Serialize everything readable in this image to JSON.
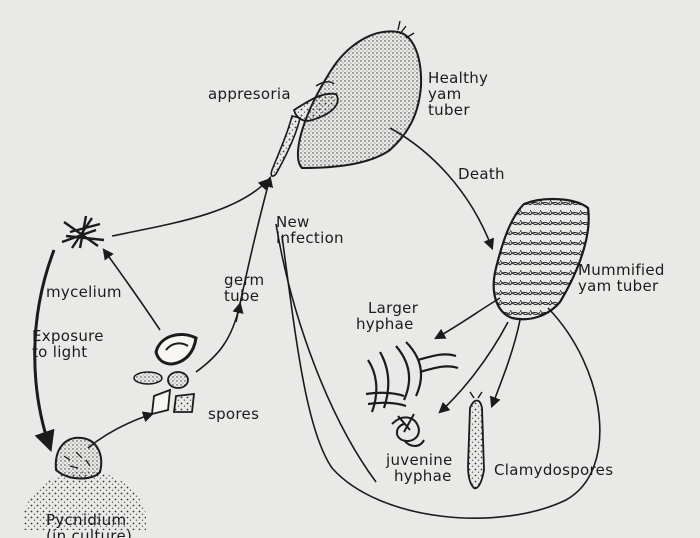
{
  "labels": {
    "appresoria": "appresoria",
    "healthy_yam_tuber": [
      "Healthy",
      "yam",
      "tuber"
    ],
    "death": "Death",
    "new_infection": [
      "New",
      "infection"
    ],
    "mycelium": "mycelium",
    "germ_tube": [
      "germ",
      "tube"
    ],
    "mummified_yam_tuber": [
      "Mummified",
      "yam tuber"
    ],
    "larger_hyphae": [
      "Larger",
      "hyphae"
    ],
    "exposure_to_light": [
      "Exposure",
      "to light"
    ],
    "spores": "spores",
    "juvenine_hyphae": [
      "juvenine",
      "hyphae"
    ],
    "clamydospores": "Clamydospores",
    "pycnidium": [
      "Pycnidium",
      "(in culture)"
    ]
  },
  "colors": {
    "ink": "#1b1b1b",
    "paper": "#f7f6f2",
    "background": "#e9e9e7"
  }
}
